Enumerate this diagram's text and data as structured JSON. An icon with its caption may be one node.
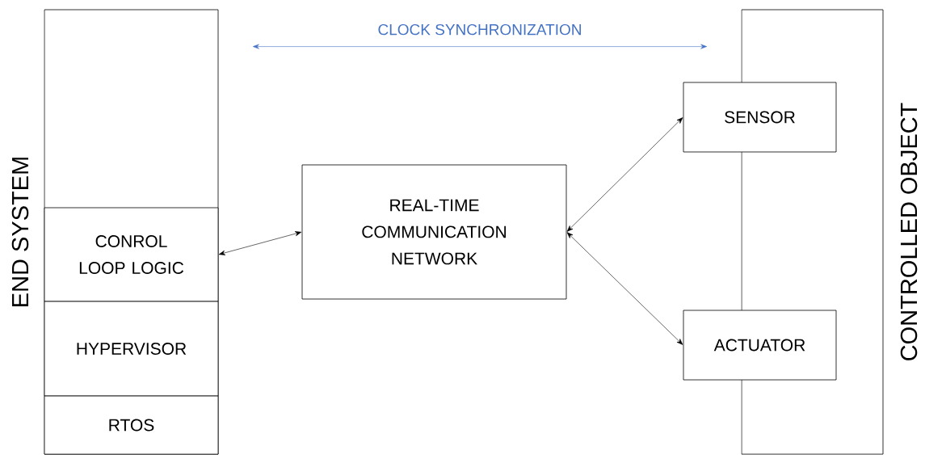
{
  "diagram": {
    "nodes": [
      {
        "text": [
          "END SYSTEM"
        ]
      },
      {
        "text": [
          "CONROL LOOP LOGIC"
        ],
        "in": 0
      },
      {
        "text": [
          "HYPERVISOR"
        ],
        "in": 0
      },
      {
        "text": [
          "RTOS"
        ],
        "in": 0
      },
      {
        "text": [
          "REAL-TIME COMMUNICATION NETWORK"
        ]
      },
      {
        "text": [
          "CONTROLLED OBJECT"
        ]
      },
      {
        "text": [
          "SENSOR"
        ]
      },
      {
        "text": [
          "ACTUATOR"
        ]
      }
    ],
    "edges": [
      {
        "from": 0,
        "to": 5,
        "arrow": "both",
        "label": "CLOCK SYNCHRONIZATION",
        "color": "#4472c4"
      },
      {
        "from": 1,
        "to": 4,
        "arrow": "both"
      },
      {
        "from": 4,
        "to": 6,
        "arrow": "both"
      },
      {
        "from": 4,
        "to": 7,
        "arrow": "both"
      }
    ]
  }
}
